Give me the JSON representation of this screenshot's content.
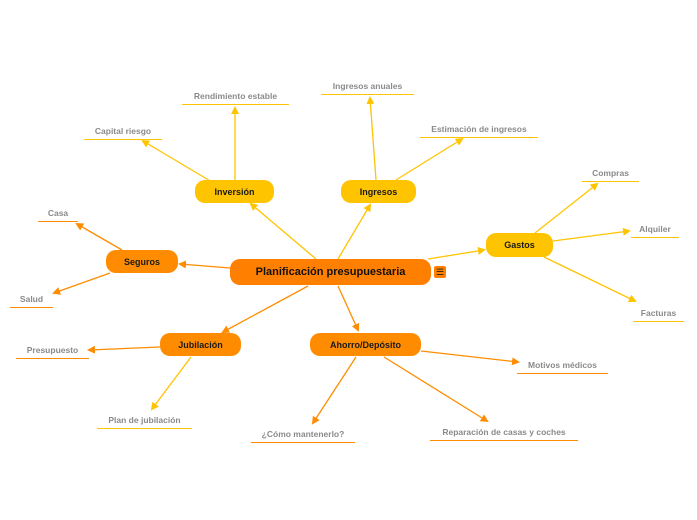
{
  "central": {
    "label": "Planificación presupuestaria",
    "menu_icon": "list-icon"
  },
  "branches": {
    "inversion": {
      "label": "Inversión",
      "leaves": [
        "Rendimiento estable",
        "Capital riesgo"
      ]
    },
    "ingresos": {
      "label": "Ingresos",
      "leaves": [
        "Ingresos anuales",
        "Estimación de ingresos"
      ]
    },
    "gastos": {
      "label": "Gastos",
      "leaves": [
        "Compras",
        "Alquiler",
        "Facturas"
      ]
    },
    "seguros": {
      "label": "Seguros",
      "leaves": [
        "Casa",
        "Salud"
      ]
    },
    "jubilacion": {
      "label": "Jubilación",
      "leaves": [
        "Presupuesto",
        "Plan de jubilación"
      ]
    },
    "ahorro": {
      "label": "Ahorro/Depósito",
      "leaves": [
        "Motivos médicos",
        "¿Cómo mantenerlo?",
        "Reparación de casas y coches"
      ]
    }
  },
  "colors": {
    "orange": "#ff8c00",
    "yellow": "#ffc400",
    "central": "#ff7f00",
    "leaf_text": "#8a8a8a"
  }
}
